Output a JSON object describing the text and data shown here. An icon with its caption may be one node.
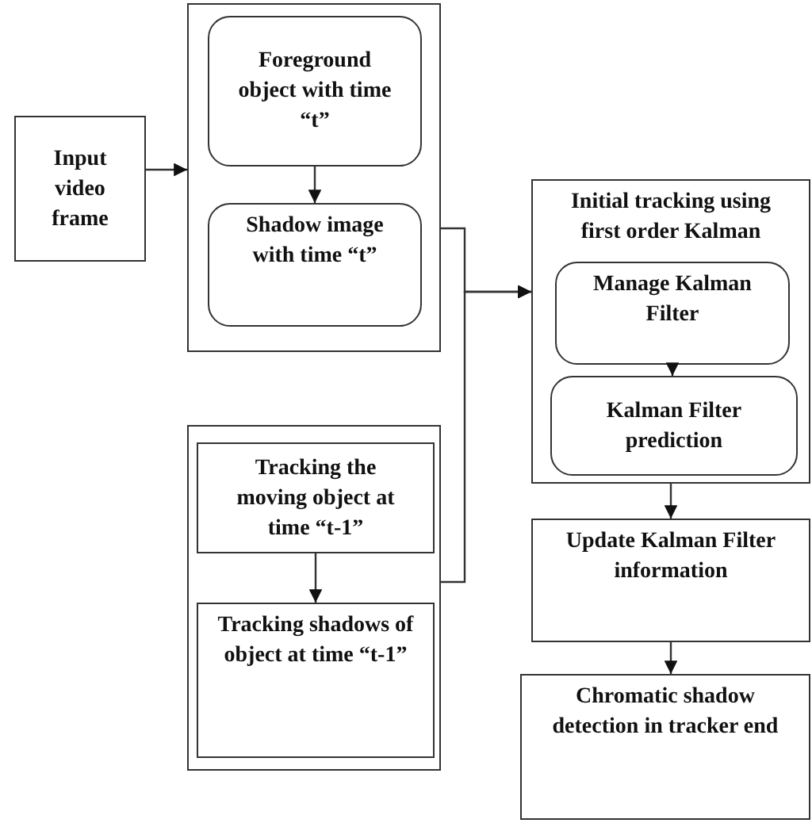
{
  "diagram": {
    "nodes": [
      {
        "text": [
          "Input video frame"
        ]
      },
      {
        "text": [],
        "shape": "box"
      },
      {
        "text": [
          "Foreground object with time “t”"
        ],
        "in": 1
      },
      {
        "text": [
          "Shadow image with time “t”"
        ],
        "in": 1
      },
      {
        "text": [],
        "shape": "box"
      },
      {
        "text": [
          "Tracking the moving object at time “t-1”"
        ],
        "in": 4
      },
      {
        "text": [
          "Tracking shadows of object at time “t-1”"
        ],
        "in": 4
      },
      {
        "text": [
          "Initial tracking using first order Kalman"
        ]
      },
      {
        "text": [
          "Manage Kalman Filter"
        ],
        "in": 7
      },
      {
        "text": [
          "Kalman Filter prediction"
        ],
        "in": 7
      },
      {
        "text": [
          "Update Kalman Filter information"
        ]
      },
      {
        "text": [
          "Chromatic shadow detection in tracker end"
        ]
      }
    ],
    "edges": [
      {
        "from": 0,
        "to": 1,
        "arrow": "to"
      },
      {
        "from": 2,
        "to": 3,
        "arrow": "to"
      },
      {
        "from": 1,
        "to": 7,
        "arrow": "to"
      },
      {
        "from": 4,
        "to": 7,
        "arrow": "to"
      },
      {
        "from": 5,
        "to": 6,
        "arrow": "to"
      },
      {
        "from": 8,
        "to": 9,
        "arrow": "to"
      },
      {
        "from": 7,
        "to": 10,
        "arrow": "to"
      },
      {
        "from": 10,
        "to": 11,
        "arrow": "to"
      }
    ]
  }
}
